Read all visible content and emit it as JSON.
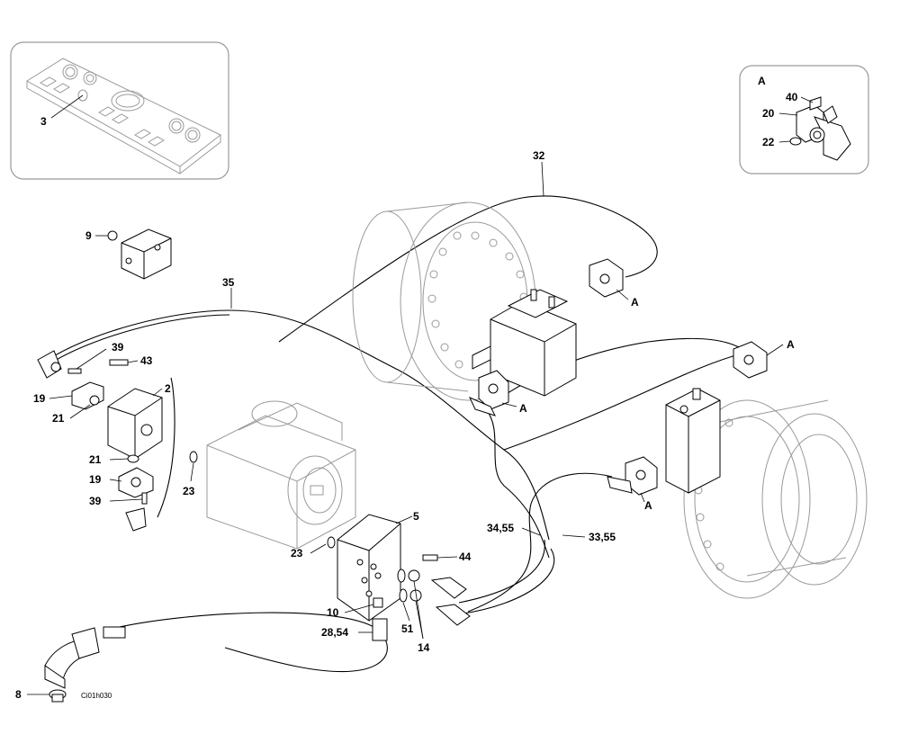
{
  "figure": {
    "drawing_code": "Ci01h030",
    "detail": {
      "title": "A",
      "callouts": [
        "40",
        "20",
        "22"
      ]
    },
    "inset_callout": "3",
    "callouts": {
      "c32": "32",
      "c35": "35",
      "c9": "9",
      "c39a": "39",
      "c43": "43",
      "c2": "2",
      "c19a": "19",
      "c21a": "21",
      "c21b": "21",
      "c19b": "19",
      "c39b": "39",
      "c23a": "23",
      "c23b": "23",
      "c5": "5",
      "c44": "44",
      "c10": "10",
      "c2854": "28,54",
      "c51": "51",
      "c14": "14",
      "c3455": "34,55",
      "c3355": "33,55",
      "c8": "8",
      "a1": "A",
      "a2": "A",
      "a3": "A",
      "a4": "A"
    }
  }
}
